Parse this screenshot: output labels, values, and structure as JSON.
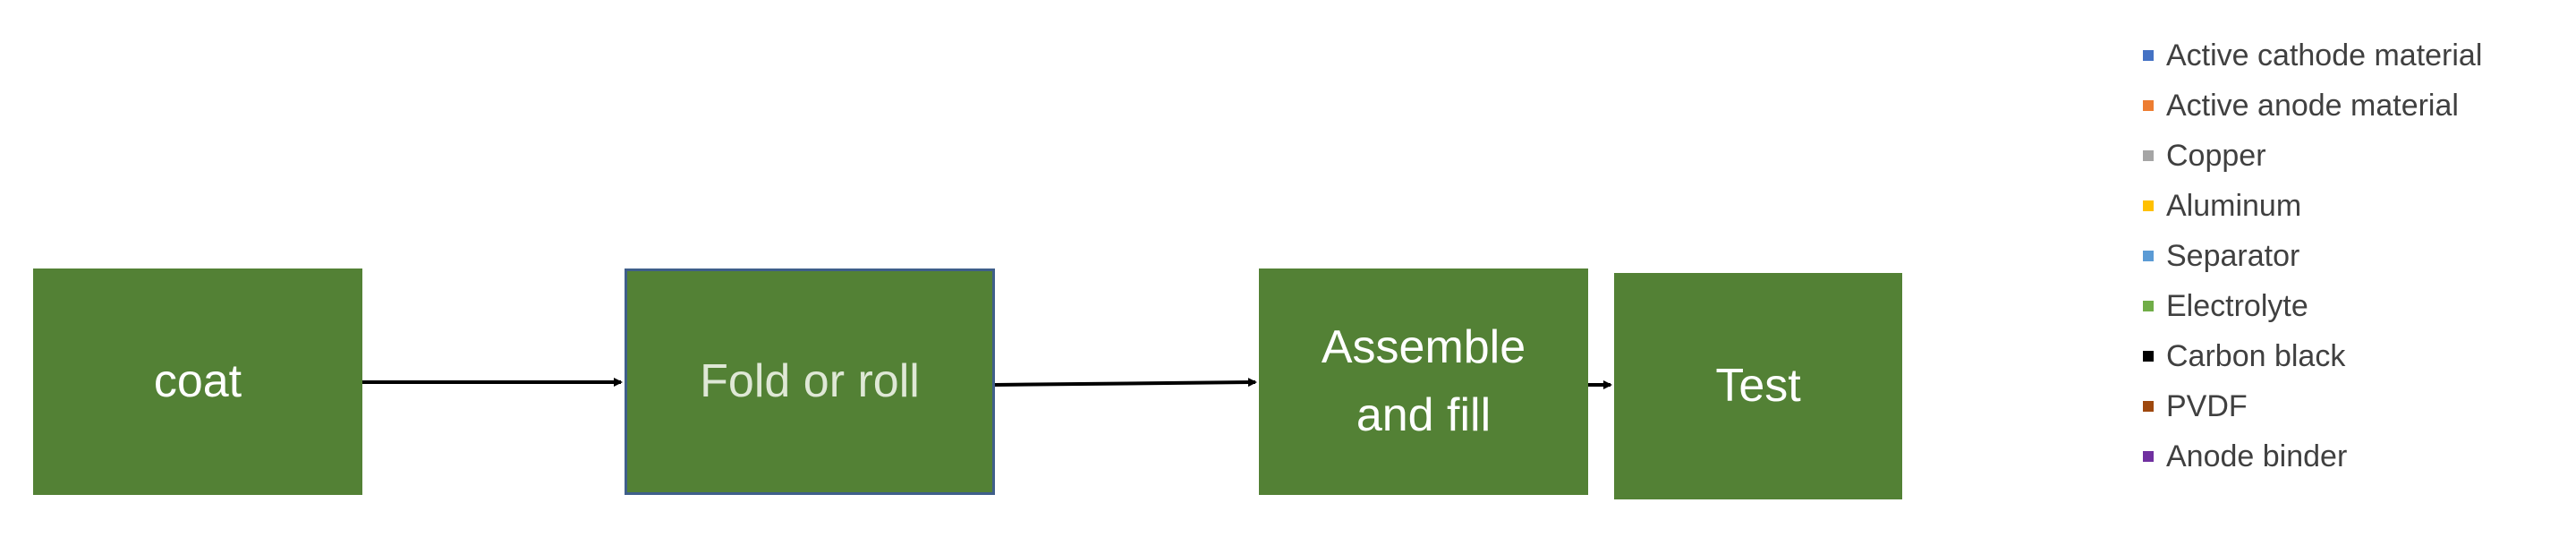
{
  "flow": {
    "steps": [
      {
        "label": "coat"
      },
      {
        "label": "Fold or roll"
      },
      {
        "label": "Assemble\nand fill"
      },
      {
        "label": "Test"
      }
    ]
  },
  "legend": {
    "items": [
      {
        "label": "Active cathode material",
        "color": "#4472c4"
      },
      {
        "label": "Active anode material",
        "color": "#ed7d31"
      },
      {
        "label": "Copper",
        "color": "#a5a5a5"
      },
      {
        "label": "Aluminum",
        "color": "#ffc000"
      },
      {
        "label": "Separator",
        "color": "#5b9bd5"
      },
      {
        "label": "Electrolyte",
        "color": "#70ad47"
      },
      {
        "label": "Carbon black",
        "color": "#000000"
      },
      {
        "label": "PVDF",
        "color": "#9e480e"
      },
      {
        "label": "Anode binder",
        "color": "#7030a0"
      }
    ]
  },
  "colors": {
    "box_fill": "#538135",
    "box_text": "#ffffff",
    "arrow": "#000000"
  }
}
